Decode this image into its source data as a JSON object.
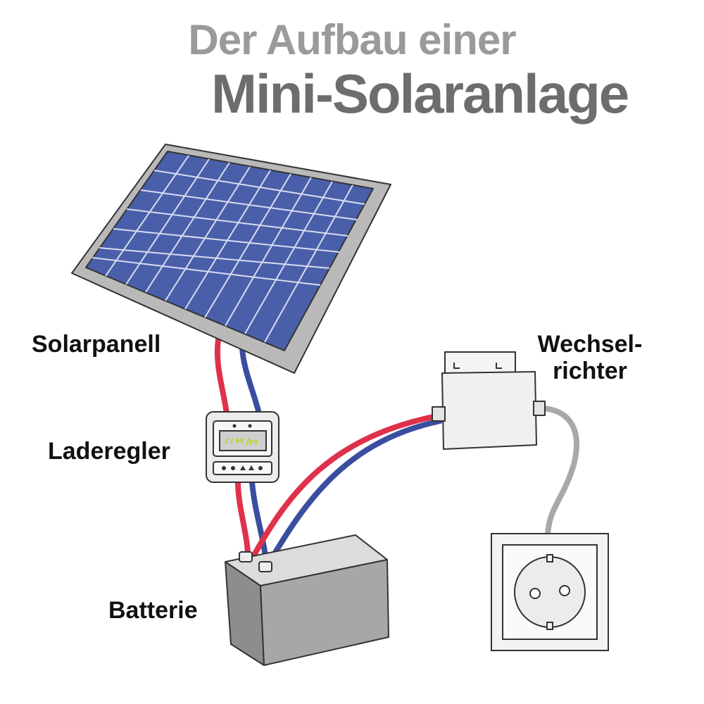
{
  "title": {
    "line1": "Der Aufbau einer",
    "line2": "Mini-Solaranlage"
  },
  "labels": {
    "solarpanel": "Solarpanell",
    "laderegler": "Laderegler",
    "batterie": "Batterie",
    "wechselrichter_line1": "Wechsel-",
    "wechselrichter_line2": "richter"
  },
  "colors": {
    "panel_blue": "#4a5faa",
    "panel_frame": "#b9b9b9",
    "wire_red": "#e0314b",
    "wire_blue": "#3a4ea0",
    "cable_gray": "#a8a8a8",
    "title_light": "#9a9a9a",
    "title_dark": "#6d6d6d"
  }
}
